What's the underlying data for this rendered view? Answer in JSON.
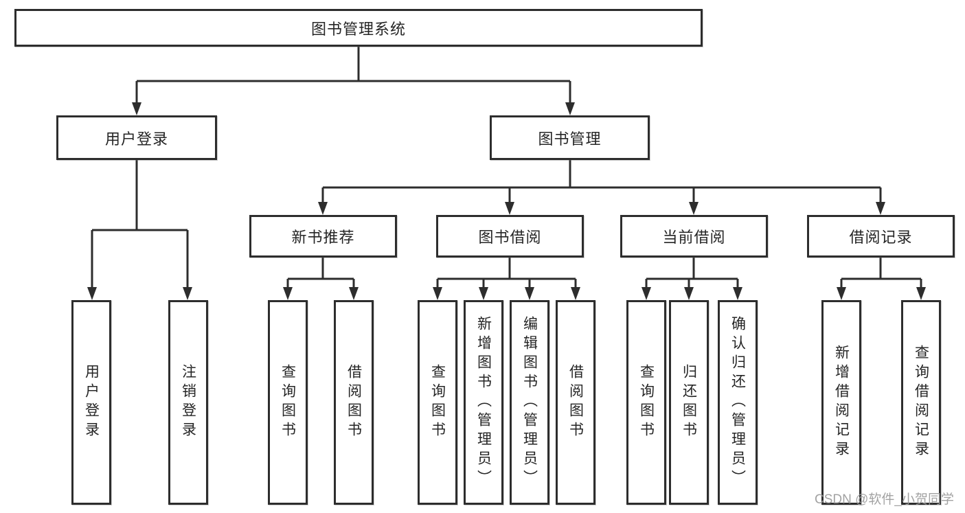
{
  "diagram": {
    "type": "tree",
    "orientation": "top-down",
    "tree": {
      "label": "图书管理系统",
      "children": [
        {
          "label": "用户登录",
          "children": [
            {
              "label": "用户登录"
            },
            {
              "label": "注销登录"
            }
          ]
        },
        {
          "label": "图书管理",
          "children": [
            {
              "label": "新书推荐",
              "children": [
                {
                  "label": "查询图书"
                },
                {
                  "label": "借阅图书"
                }
              ]
            },
            {
              "label": "图书借阅",
              "children": [
                {
                  "label": "查询图书"
                },
                {
                  "label": "新增图书（管理员）"
                },
                {
                  "label": "编辑图书（管理员）"
                },
                {
                  "label": "借阅图书"
                }
              ]
            },
            {
              "label": "当前借阅",
              "children": [
                {
                  "label": "查询图书"
                },
                {
                  "label": "归还图书"
                },
                {
                  "label": "确认归还（管理员）"
                }
              ]
            },
            {
              "label": "借阅记录",
              "children": [
                {
                  "label": "新增借阅记录"
                },
                {
                  "label": "查询借阅记录"
                }
              ]
            }
          ]
        }
      ]
    }
  },
  "watermark": {
    "text": "CSDN @软件_小贺同学"
  },
  "colors": {
    "background": "#ffffff",
    "line": "#2d2d2d",
    "border": "#2d2d2d",
    "text": "#252525",
    "watermark": "#9b9b9b"
  }
}
